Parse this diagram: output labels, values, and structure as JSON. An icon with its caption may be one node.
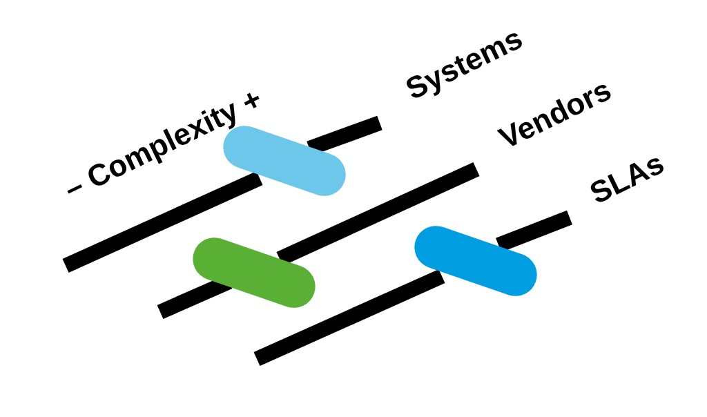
{
  "diagram": {
    "labels": [
      "– Complexity +",
      "Systems",
      "Vendors",
      "SLAs"
    ]
  }
}
